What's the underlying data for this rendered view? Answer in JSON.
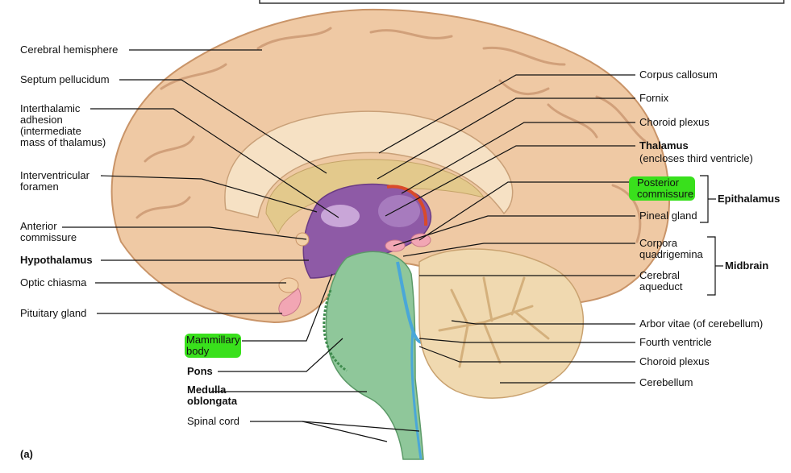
{
  "colors": {
    "brain_tan": "#efc9a4",
    "brain_shadow": "#d6a77c",
    "ventricle": "#e3c98c",
    "thalamus_purple": "#8e5aa6",
    "brainstem_green": "#8fc79a",
    "cerebellum": "#f0d9b0",
    "aqueduct_blue": "#4aa7d8",
    "highlight_green": "#39e01c",
    "pituitary_pink": "#f2a6b4"
  },
  "labels_left": {
    "cerebral_hemisphere": "Cerebral hemisphere",
    "septum_pellucidum": "Septum pellucidum",
    "interthalamic_adhesion": "Interthalamic\nadhesion\n(intermediate\nmass of thalamus)",
    "interventricular_foramen": "Interventricular\nforamen",
    "anterior_commissure": "Anterior\ncommissure",
    "hypothalamus": "Hypothalamus",
    "optic_chiasma": "Optic chiasma",
    "pituitary_gland": "Pituitary gland",
    "mammillary_body": "Mammillary\nbody",
    "pons": "Pons",
    "medulla_oblongata": "Medulla\noblongata",
    "spinal_cord": "Spinal cord"
  },
  "labels_right": {
    "corpus_callosum": "Corpus callosum",
    "fornix": "Fornix",
    "choroid_plexus_top": "Choroid plexus",
    "thalamus": "Thalamus",
    "thalamus_note": "(encloses third ventricle)",
    "posterior_commissure": "Posterior\ncommissure",
    "pineal_gland": "Pineal gland",
    "corpora_quadrigemina": "Corpora\nquadrigemina",
    "cerebral_aqueduct": "Cerebral\naqueduct",
    "arbor_vitae": "Arbor vitae (of cerebellum)",
    "fourth_ventricle": "Fourth ventricle",
    "choroid_plexus_bottom": "Choroid plexus",
    "cerebellum": "Cerebellum"
  },
  "groups": {
    "epithalamus": "Epithalamus",
    "midbrain": "Midbrain"
  },
  "panel_letter": "(a)"
}
